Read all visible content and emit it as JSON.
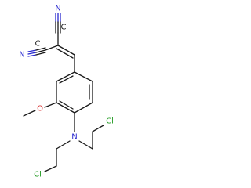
{
  "molecule": {
    "atoms": {
      "n1": "N",
      "c1": "C",
      "n2": "N",
      "c2": "C",
      "o": "O",
      "n_amine": "N",
      "cl1": "Cl",
      "cl2": "Cl"
    },
    "colors": {
      "carbon": "#1a1a1a",
      "nitrogen": "#2a2ad0",
      "oxygen": "#d42020",
      "chlorine": "#1f9a1f",
      "background": "#ffffff"
    }
  }
}
